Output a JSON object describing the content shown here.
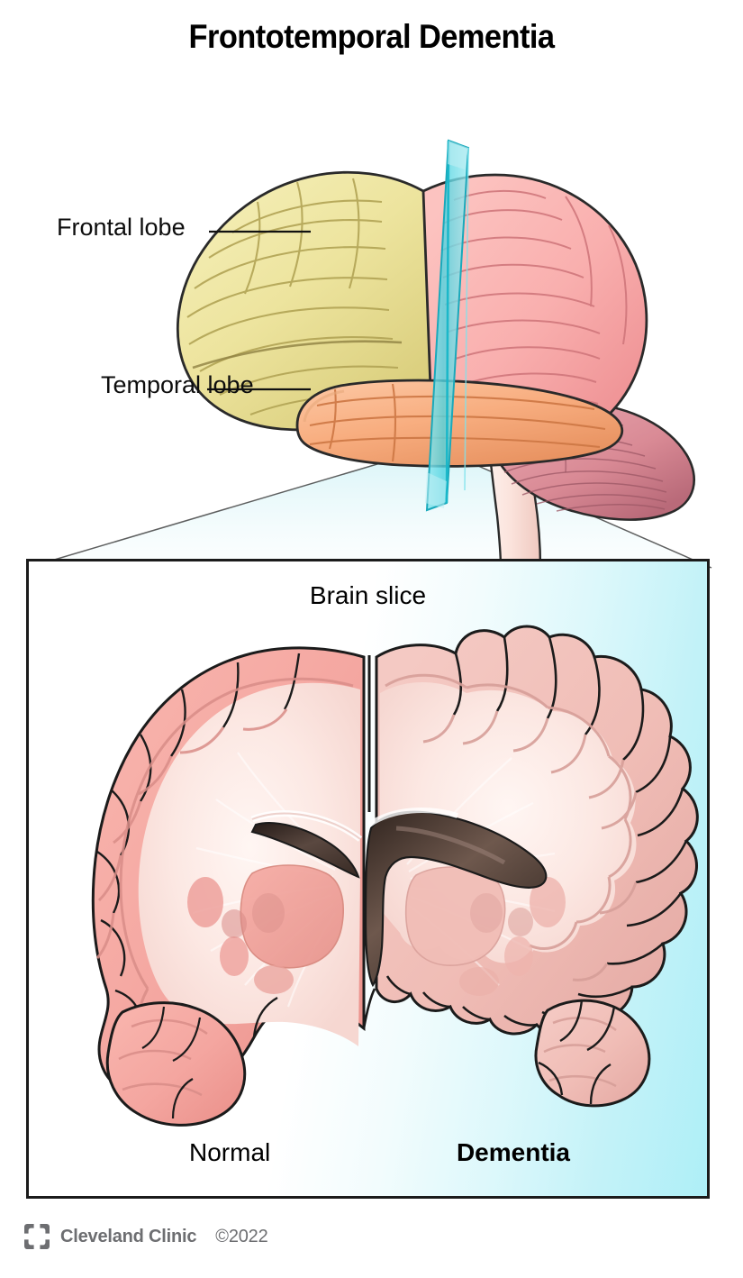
{
  "title": "Frontotemporal Dementia",
  "labels": {
    "frontal_lobe": "Frontal lobe",
    "temporal_lobe": "Temporal lobe"
  },
  "panel": {
    "caption": "Brain slice",
    "left_side": "Normal",
    "right_side": "Dementia"
  },
  "footer": {
    "brand": "Cleveland Clinic",
    "copyright": "©2022"
  },
  "colors": {
    "frontal_lobe": "#EDE49E",
    "frontal_lobe_shade": "#D8CC77",
    "temporal_lobe": "#F8AE80",
    "temporal_lobe_shade": "#E89462",
    "parietal_occipital": "#F9AFAE",
    "parietal_shade": "#EE8F92",
    "cerebellum": "#D98A95",
    "cerebellum_shade": "#BC6E7C",
    "brainstem": "#FBE3DC",
    "cut_plane": "#54D6E2",
    "cortex": "#F4A6A0",
    "cortex_atrophic": "#F0BDB6",
    "white_matter": "#FBE3DF",
    "ventricle": "#4A3A33",
    "panel_tint": "#AEEFF7",
    "outline": "#1B1B1B",
    "footer_grey": "#6D6E71"
  }
}
